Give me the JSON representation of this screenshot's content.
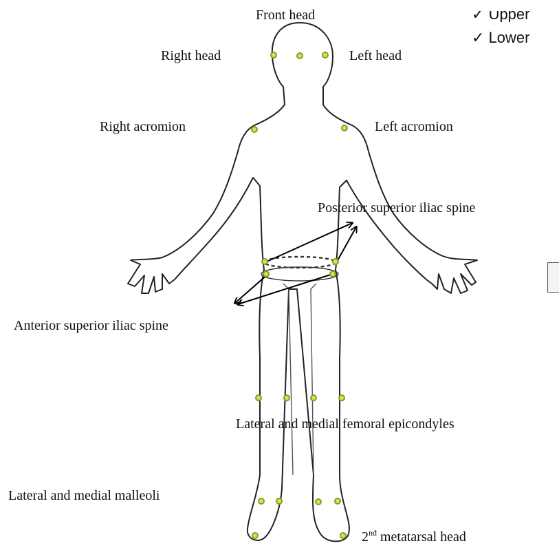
{
  "labels": {
    "front_head": "Front head",
    "right_head": "Right head",
    "left_head": "Left head",
    "right_acromion": "Right acromion",
    "left_acromion": "Left acromion",
    "posterior_superior_iliac_spine": "Posterior superior iliac spine",
    "anterior_superior_iliac_spine": "Anterior superior iliac spine",
    "femoral_epicondyles": "Lateral and medial femoral epicondyles",
    "malleoli": "Lateral and medial malleoli",
    "metatarsal_prefix": "2",
    "metatarsal_sup": "nd",
    "metatarsal_suffix": " metatarsal head"
  },
  "checklist": [
    {
      "mark": "✓",
      "text": "Upper"
    },
    {
      "mark": "✓",
      "text": "Lower"
    }
  ],
  "colors": {
    "marker_fill": "#d8e060",
    "marker_stroke": "#8a9a20",
    "outline": "#222222",
    "arrow": "#000000"
  }
}
